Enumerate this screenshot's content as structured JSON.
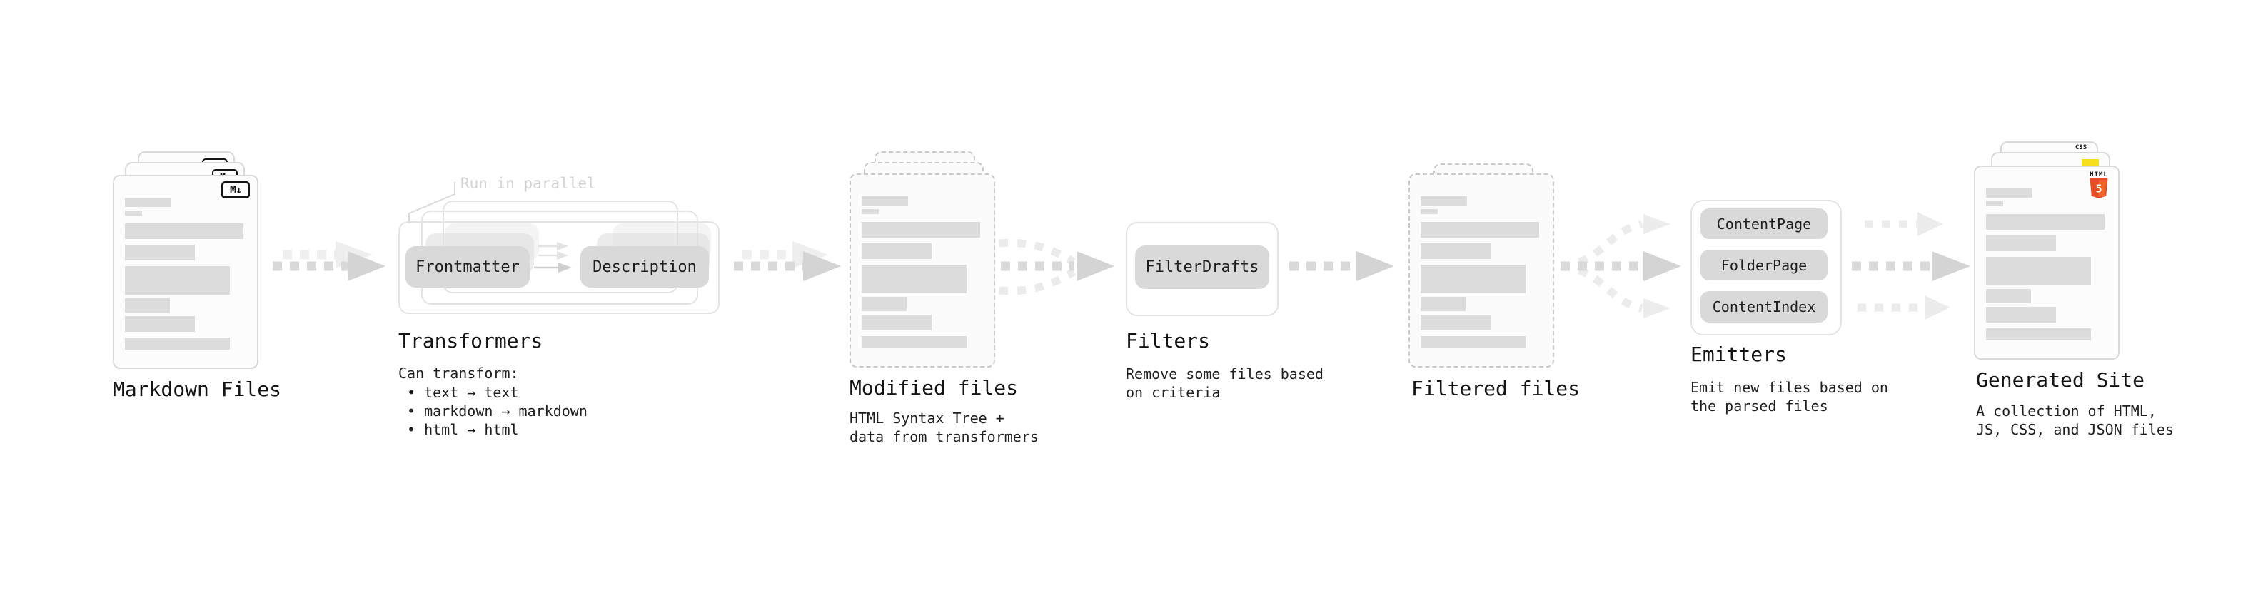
{
  "markdown": {
    "label": "Markdown Files",
    "badge": "M↓"
  },
  "transformers": {
    "label": "Transformers",
    "annotation": "Run in parallel",
    "pill_left": "Frontmatter",
    "pill_right": "Description",
    "intro": "Can transform:",
    "bullets": [
      "text → text",
      "markdown → markdown",
      "html → html"
    ]
  },
  "modified": {
    "label": "Modified files",
    "sub": [
      "HTML Syntax Tree +",
      "data from transformers"
    ]
  },
  "filters": {
    "label": "Filters",
    "pill": "FilterDrafts",
    "sub": [
      "Remove some files based",
      "on criteria"
    ]
  },
  "filtered": {
    "label": "Filtered files"
  },
  "emitters": {
    "label": "Emitters",
    "pills": [
      "ContentPage",
      "FolderPage",
      "ContentIndex"
    ],
    "sub": [
      "Emit new files based on",
      "the parsed files"
    ]
  },
  "generated": {
    "label": "Generated Site",
    "sub": [
      "A collection of HTML,",
      "JS, CSS, and JSON files"
    ],
    "badge_css": "CSS",
    "badge_html_word": "HTML",
    "badge_html_five": "5"
  },
  "colors": {
    "html5_orange": "#e44d26",
    "html5_orange_light": "#f16529",
    "js_yellow": "#f7df1e",
    "css_blue": "#2d53e5",
    "arrow_dark": "#d6d6d6",
    "arrow_light": "#ececec"
  }
}
